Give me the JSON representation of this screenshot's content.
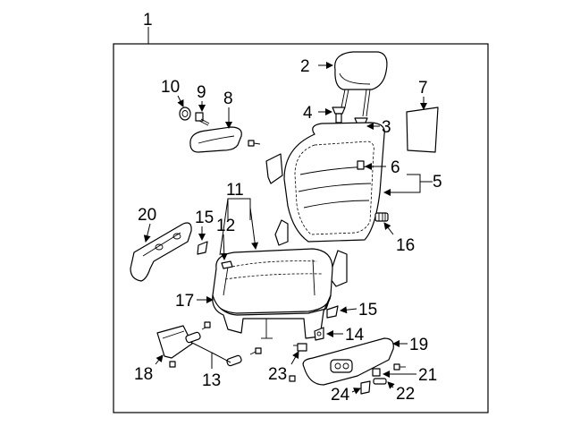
{
  "diagram": {
    "border_color": "#000000",
    "callouts": [
      {
        "id": "1",
        "text": "1"
      },
      {
        "id": "2",
        "text": "2"
      },
      {
        "id": "3",
        "text": "3"
      },
      {
        "id": "4",
        "text": "4"
      },
      {
        "id": "5",
        "text": "5"
      },
      {
        "id": "6",
        "text": "6"
      },
      {
        "id": "7",
        "text": "7"
      },
      {
        "id": "8",
        "text": "8"
      },
      {
        "id": "9",
        "text": "9"
      },
      {
        "id": "10",
        "text": "10"
      },
      {
        "id": "11",
        "text": "11"
      },
      {
        "id": "12",
        "text": "12"
      },
      {
        "id": "13",
        "text": "13"
      },
      {
        "id": "14",
        "text": "14"
      },
      {
        "id": "15a",
        "text": "15"
      },
      {
        "id": "15b",
        "text": "15"
      },
      {
        "id": "16",
        "text": "16"
      },
      {
        "id": "17",
        "text": "17"
      },
      {
        "id": "18",
        "text": "18"
      },
      {
        "id": "19",
        "text": "19"
      },
      {
        "id": "20",
        "text": "20"
      },
      {
        "id": "21",
        "text": "21"
      },
      {
        "id": "22",
        "text": "22"
      },
      {
        "id": "23",
        "text": "23"
      },
      {
        "id": "24",
        "text": "24"
      }
    ]
  }
}
